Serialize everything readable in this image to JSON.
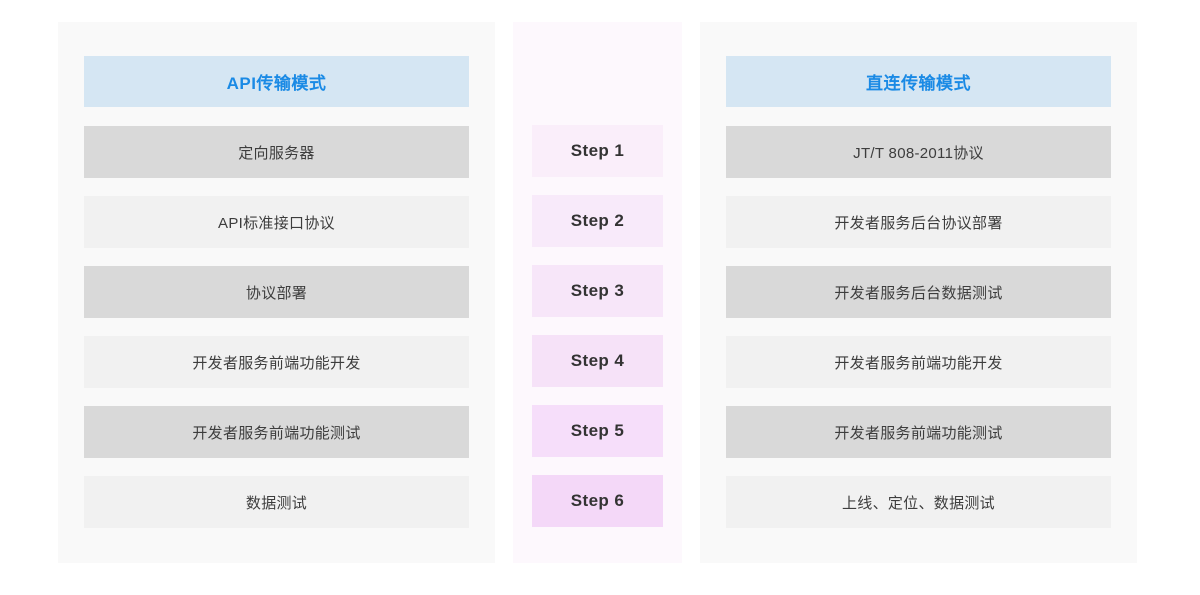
{
  "columns": {
    "left": {
      "header": "API传输模式",
      "rows": [
        "定向服务器",
        "API标准接口协议",
        "协议部署",
        "开发者服务前端功能开发",
        "开发者服务前端功能测试",
        "数据测试"
      ]
    },
    "middle": {
      "steps": [
        "Step 1",
        "Step 2",
        "Step 3",
        "Step 4",
        "Step 5",
        "Step 6"
      ]
    },
    "right": {
      "header": "直连传输模式",
      "rows": [
        "JT/T 808-2011协议",
        "开发者服务后台协议部署",
        "开发者服务后台数据测试",
        "开发者服务前端功能开发",
        "开发者服务前端功能测试",
        "上线、定位、数据测试"
      ]
    }
  },
  "colors": {
    "header_bg": "#d5e6f3",
    "header_text": "#1a8ae5",
    "row_dark": "#d9d9d9",
    "row_light": "#f1f1f1",
    "panel_bg": "#f9f9f9",
    "panel_mid_bg": "#fdf8fd",
    "step_text": "#333333",
    "row_text": "#3d3d3d"
  }
}
